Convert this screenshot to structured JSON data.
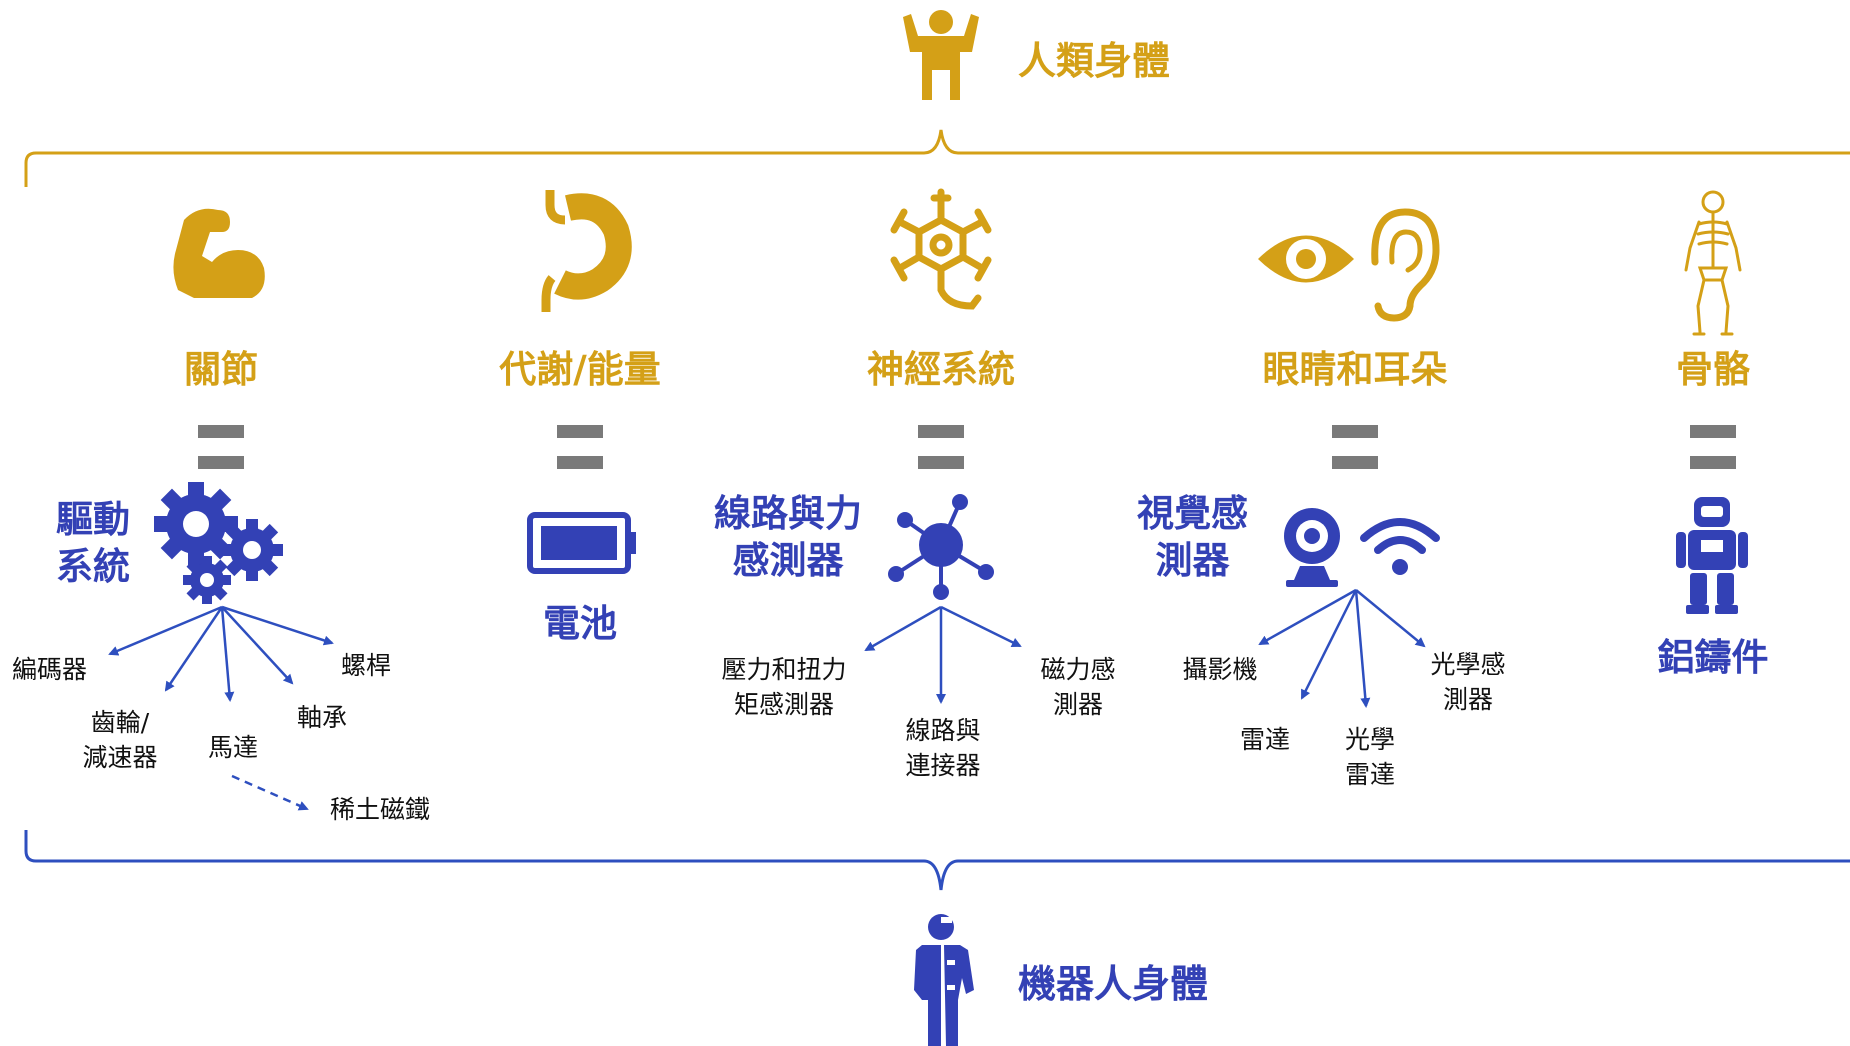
{
  "colors": {
    "human": "#D4A017",
    "robot": "#3341B5",
    "equals": "#7a7a7a",
    "arrow": "#2E4FBF"
  },
  "top_title": {
    "label": "人類身體",
    "icon": "person-standing-icon"
  },
  "bottom_title": {
    "label": "機器人身體",
    "icon": "half-robot-person-icon"
  },
  "columns": [
    {
      "human": {
        "label": "關節",
        "icon": "flexed-arm-icon"
      },
      "robot": {
        "label": "驅動\n系統",
        "icon": "gears-icon"
      },
      "components": [
        "編碼器",
        "齒輪/\n減速器",
        "馬達",
        "軸承",
        "螺桿"
      ],
      "secondary": "稀土磁鐵"
    },
    {
      "human": {
        "label": "代謝/能量",
        "icon": "stomach-icon"
      },
      "robot": {
        "label": "電池",
        "icon": "battery-icon"
      },
      "components": []
    },
    {
      "human": {
        "label": "神經系統",
        "icon": "neuron-icon"
      },
      "robot": {
        "label": "線路與力\n感測器",
        "icon": "network-hub-icon"
      },
      "components": [
        "壓力和扭力\n矩感測器",
        "線路與\n連接器",
        "磁力感\n測器"
      ]
    },
    {
      "human": {
        "label": "眼睛和耳朵",
        "icon": "eye-and-ear-icon"
      },
      "robot": {
        "label": "視覺感\n測器",
        "icon": "webcam-and-wifi-icon"
      },
      "components": [
        "攝影機",
        "雷達",
        "光學\n雷達",
        "光學感\n測器"
      ]
    },
    {
      "human": {
        "label": "骨骼",
        "icon": "skeleton-icon"
      },
      "robot": {
        "label": "鋁鑄件",
        "icon": "robot-icon"
      },
      "components": []
    }
  ]
}
